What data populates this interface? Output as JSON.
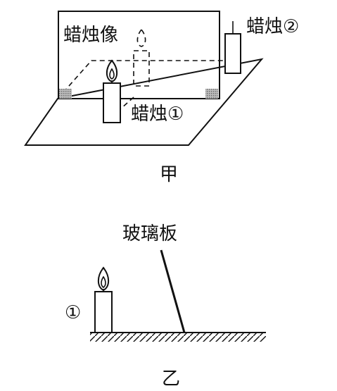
{
  "figure_jia": {
    "label_candle_image": "蜡烛像",
    "label_candle_2": "蜡烛②",
    "label_candle_1": "蜡烛①",
    "caption": "甲"
  },
  "figure_yi": {
    "label_glass": "玻璃板",
    "label_candle_1": "①",
    "caption": "乙"
  }
}
